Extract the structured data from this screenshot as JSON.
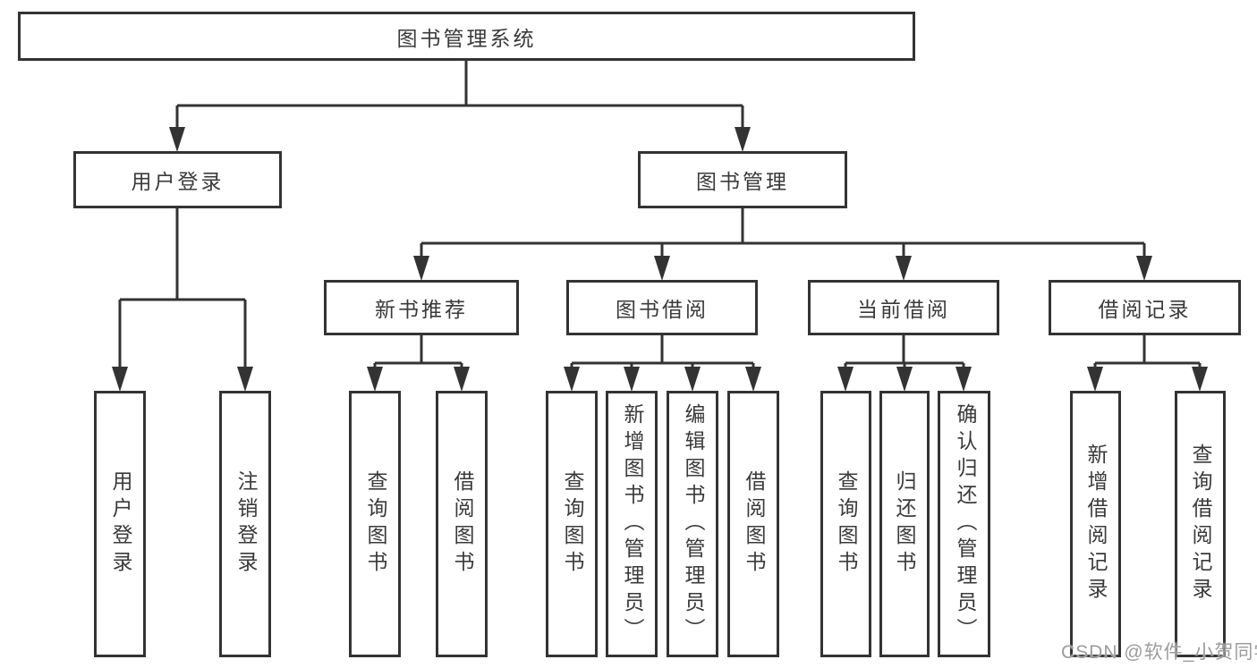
{
  "tree": {
    "root": {
      "label": "图书管理系统",
      "children": [
        {
          "label": "用户登录",
          "children": [
            {
              "label": "用户登录"
            },
            {
              "label": "注销登录"
            }
          ]
        },
        {
          "label": "图书管理",
          "children": [
            {
              "label": "新书推荐",
              "children": [
                {
                  "label": "查询图书"
                },
                {
                  "label": "借阅图书"
                }
              ]
            },
            {
              "label": "图书借阅",
              "children": [
                {
                  "label": "查询图书"
                },
                {
                  "label": "新增图书（管理员）"
                },
                {
                  "label": "编辑图书（管理员）"
                },
                {
                  "label": "借阅图书"
                }
              ]
            },
            {
              "label": "当前借阅",
              "children": [
                {
                  "label": "查询图书"
                },
                {
                  "label": "归还图书"
                },
                {
                  "label": "确认归还（管理员）"
                }
              ]
            },
            {
              "label": "借阅记录",
              "children": [
                {
                  "label": "新增借阅记录"
                },
                {
                  "label": "查询借阅记录"
                }
              ]
            }
          ]
        }
      ]
    }
  },
  "watermark": {
    "text": "CSDN @软件_小贺同学"
  },
  "colors": {
    "line": "#333333",
    "text": "#3a3a3a",
    "watermark": "#9c9c9c",
    "background": "#ffffff"
  }
}
